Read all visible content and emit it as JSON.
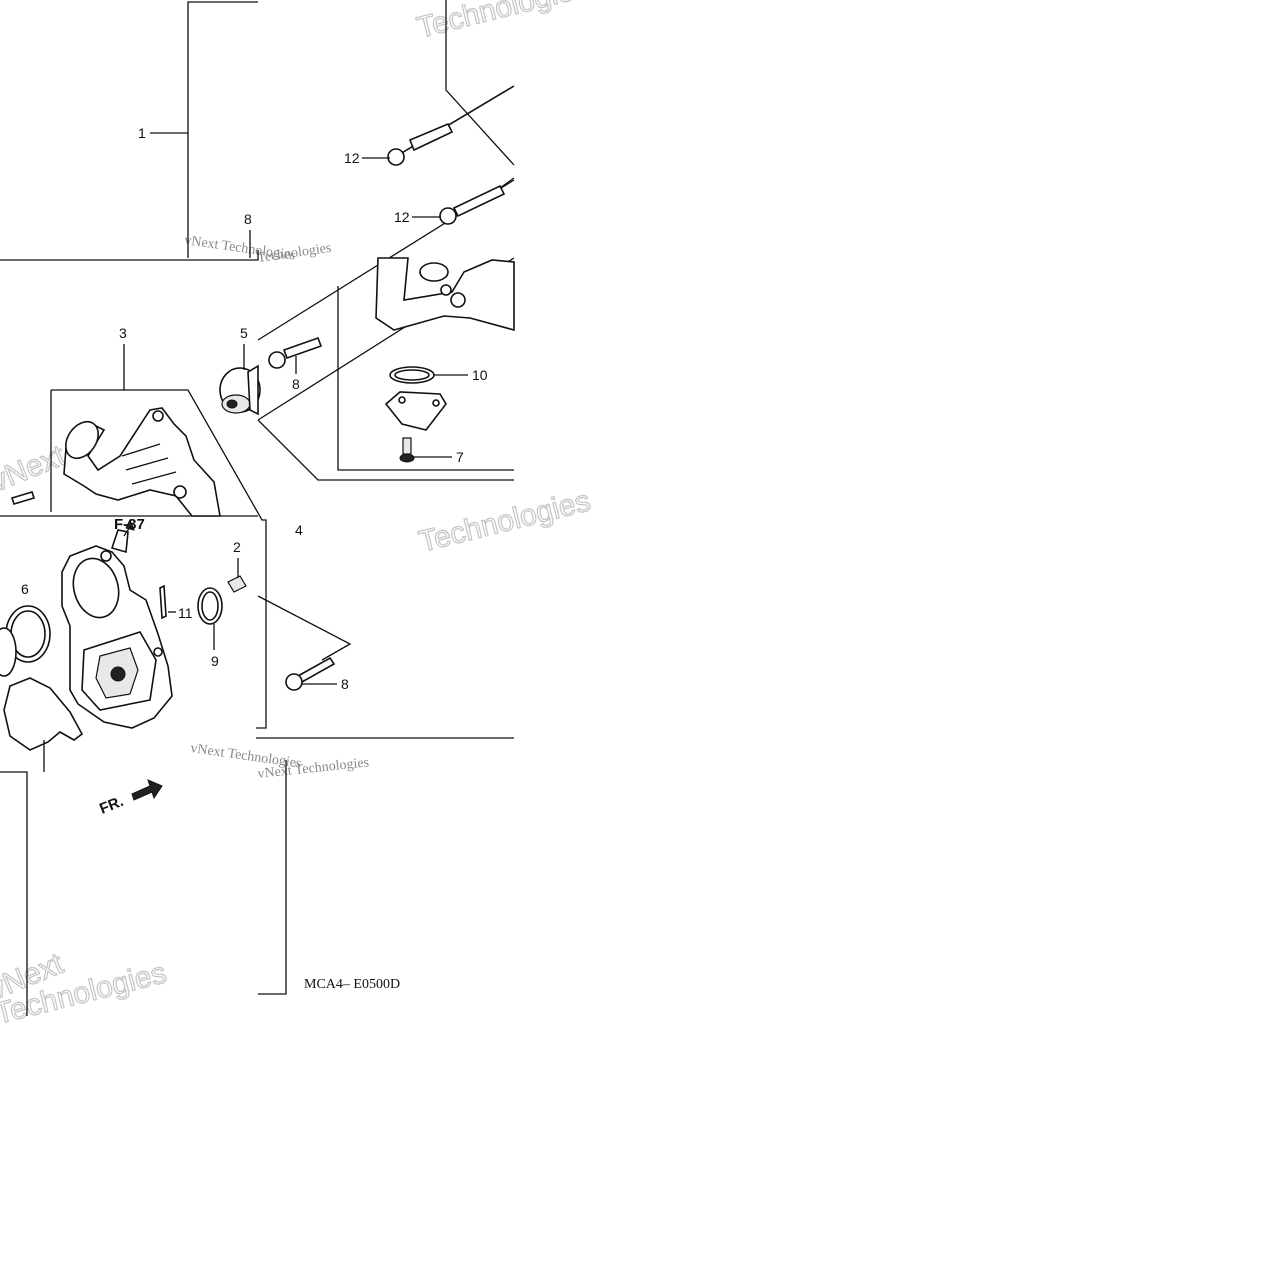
{
  "diagram": {
    "drawing_code": "MCA4– E0500D",
    "reference_label": "F-37",
    "direction_label": "FR.",
    "callouts": [
      "1",
      "12",
      "12",
      "8",
      "3",
      "5",
      "8",
      "10",
      "7",
      "4",
      "2",
      "6",
      "11",
      "9",
      "8"
    ],
    "watermark_text": [
      "vNext Technologies",
      "Technologies",
      "Technologies",
      "vNext Technologies",
      "vNext Technologies",
      "Technologies",
      "vNext",
      "Technologies",
      "vNext"
    ]
  },
  "colors": {
    "line": "#111111",
    "watermark": "#c4c4c4",
    "background": "#ffffff"
  }
}
